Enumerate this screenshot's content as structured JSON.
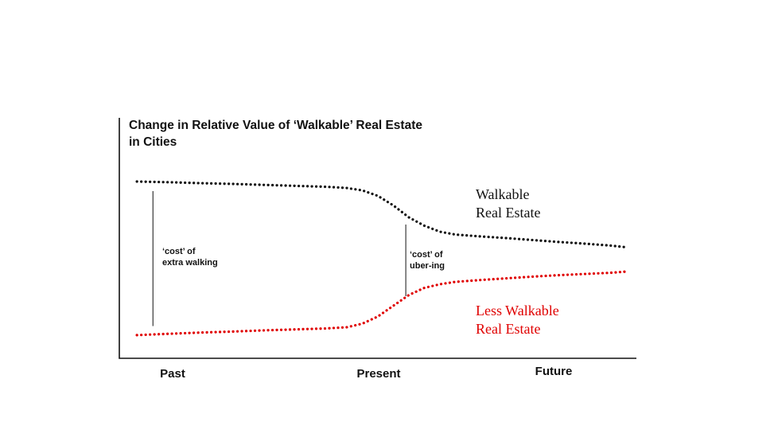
{
  "chart_data": {
    "type": "line",
    "title": "Change in Relative Value of ‘Walkable’ Real Estate\nin Cities",
    "xlabel": "",
    "ylabel": "",
    "x_tick_labels": [
      "Past",
      "Present",
      "Future"
    ],
    "axes": {
      "x_range": [
        0,
        100
      ],
      "y_range": [
        0,
        100
      ],
      "grid": false
    },
    "axis_color": "#111111",
    "legend_position": "inline-right",
    "series": [
      {
        "name": "Walkable\nReal Estate",
        "color": "#111111",
        "line_style": "dotted",
        "points": [
          [
            3.4,
            74
          ],
          [
            10,
            73.7
          ],
          [
            16,
            73.3
          ],
          [
            22,
            73
          ],
          [
            28,
            72.6
          ],
          [
            34,
            72.2
          ],
          [
            40,
            71.8
          ],
          [
            44,
            71.3
          ],
          [
            47,
            70.3
          ],
          [
            50,
            68
          ],
          [
            53,
            64
          ],
          [
            56,
            59
          ],
          [
            59,
            55.5
          ],
          [
            62,
            53
          ],
          [
            65,
            51.8
          ],
          [
            70,
            51
          ],
          [
            75,
            50.3
          ],
          [
            80,
            49.5
          ],
          [
            85,
            48.7
          ],
          [
            90,
            48
          ],
          [
            95,
            47.2
          ],
          [
            98,
            46.5
          ]
        ]
      },
      {
        "name": "Less Walkable\nReal Estate",
        "color": "#e00000",
        "line_style": "dotted",
        "points": [
          [
            3.4,
            9.7
          ],
          [
            10,
            10.3
          ],
          [
            16,
            10.8
          ],
          [
            22,
            11.2
          ],
          [
            28,
            11.7
          ],
          [
            34,
            12.1
          ],
          [
            40,
            12.5
          ],
          [
            44,
            13
          ],
          [
            47,
            14.5
          ],
          [
            50,
            17.5
          ],
          [
            53,
            22
          ],
          [
            56,
            26.5
          ],
          [
            59,
            29.5
          ],
          [
            62,
            31
          ],
          [
            65,
            32
          ],
          [
            70,
            32.8
          ],
          [
            75,
            33.5
          ],
          [
            80,
            34.2
          ],
          [
            85,
            34.8
          ],
          [
            90,
            35.3
          ],
          [
            95,
            35.8
          ],
          [
            98,
            36.3
          ]
        ]
      }
    ],
    "annotations": [
      {
        "label": "‘cost’ of\nextra walking",
        "x": 6.5,
        "y1": 70,
        "y2": 13.5
      },
      {
        "label": "‘cost’ of\nuber-ing",
        "x": 55.4,
        "y1": 56,
        "y2": 26
      }
    ]
  }
}
